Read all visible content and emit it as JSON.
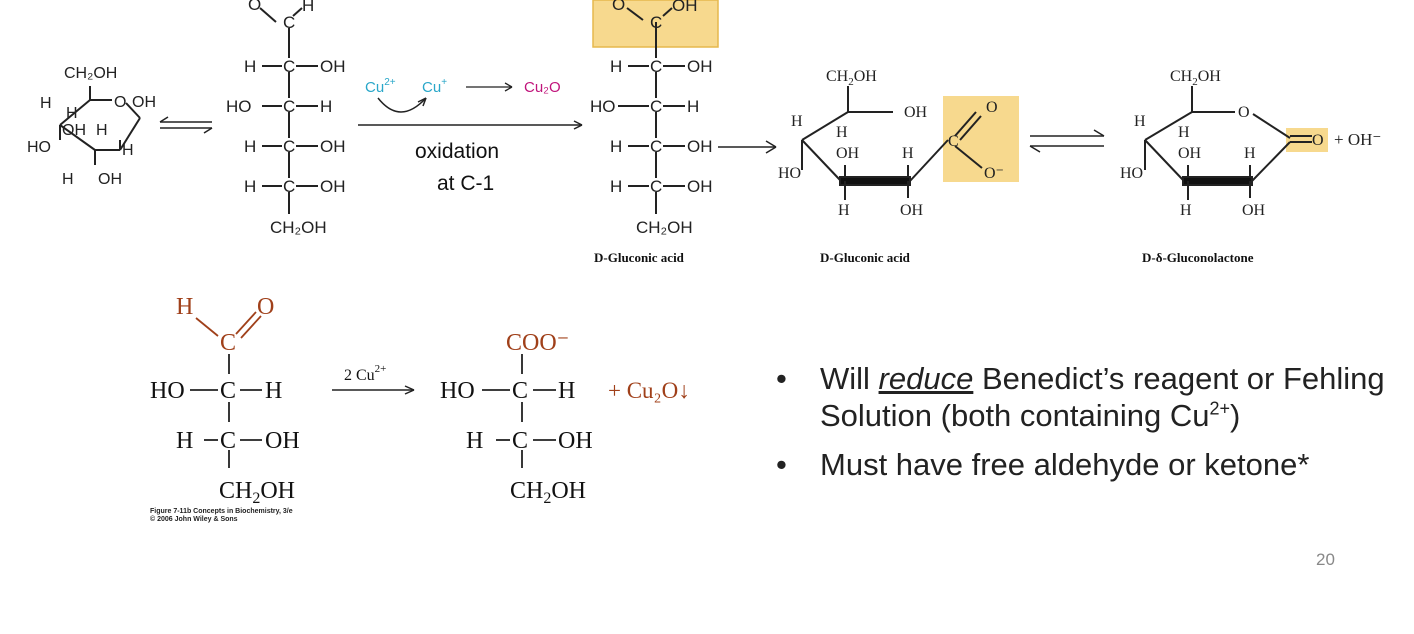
{
  "reaction1": {
    "metal1": "Cu",
    "metal1_charge": "2+",
    "metal2": "Cu",
    "metal2_charge": "+",
    "product_oxide": "Cu₂O",
    "oxidation": "oxidation",
    "at_c1": "at C-1",
    "label_chain_acid": "D-Gluconic acid",
    "label_ring_acid": "D-Gluconic acid",
    "label_lactone": "D-δ-Gluconolactone",
    "hydroxide": "+ OH⁻"
  },
  "reaction2": {
    "reagent": "2 Cu",
    "reagent_charge": "2+",
    "cooh": "COO⁻",
    "precipitate": "+ Cu₂O↓"
  },
  "bullets": {
    "b1_pre": "Will ",
    "b1_em": "reduce",
    "b1_post": " Benedict’s reagent or Fehling Solution (both containing Cu",
    "b1_sup": "2+",
    "b1_end": ")",
    "b2": "Must have free aldehyde or ketone*"
  },
  "credit": {
    "line1": "Figure 7-11b  Concepts in Biochemistry, 3/e",
    "line2": "© 2006 John Wiley & Sons"
  },
  "page_number": "20",
  "colors": {
    "cyan": "#2aa7c9",
    "magenta": "#c0147b",
    "brown": "#a0401a",
    "highlight": "#f7d98e"
  }
}
